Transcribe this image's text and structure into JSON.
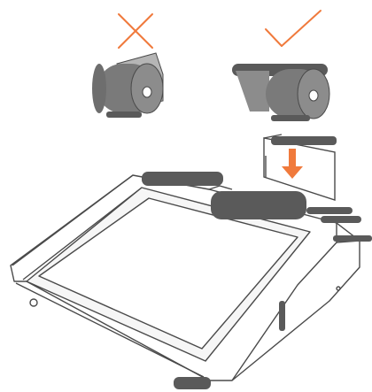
{
  "illustration": {
    "wrong_mark": "cross-mark",
    "right_mark": "check-mark",
    "insert_arrow": "down-arrow",
    "colors": {
      "accent": "#f07a3c",
      "roll_dark": "#6e6e6e",
      "roll_mid": "#8c8c8c",
      "roll_light": "#b5b5b5",
      "outline": "#4a4a4a",
      "label_bar": "#5a5a5a"
    }
  }
}
